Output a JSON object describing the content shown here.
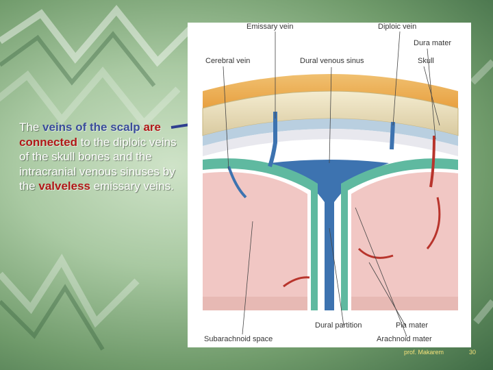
{
  "slide": {
    "text_parts": [
      "The ",
      "veins of the scalp",
      " ",
      "are connected",
      " to the diploic veins of the skull bones and the intracranial venous sinuses by the ",
      "valveless",
      " emissary veins."
    ],
    "colors": {
      "highlight_blue": "#3a4d9a",
      "highlight_red": "#b01818",
      "background": "#8fb58a"
    }
  },
  "diagram": {
    "labels": {
      "emissary_vein": "Emissary vein",
      "diploic_vein": "Diploic vein",
      "dura_mater": "Dura mater",
      "cerebral_vein": "Cerebral vein",
      "dural_venous_sinus": "Dural venous sinus",
      "skull": "Skull",
      "dural_partition": "Dural partition",
      "pia_mater": "Pia mater",
      "subarachnoid_space": "Subarachnoid space",
      "arachnoid_mater": "Arachnoid mater"
    }
  },
  "footer": {
    "credit": "prof. Makarem",
    "page_number": "30"
  }
}
